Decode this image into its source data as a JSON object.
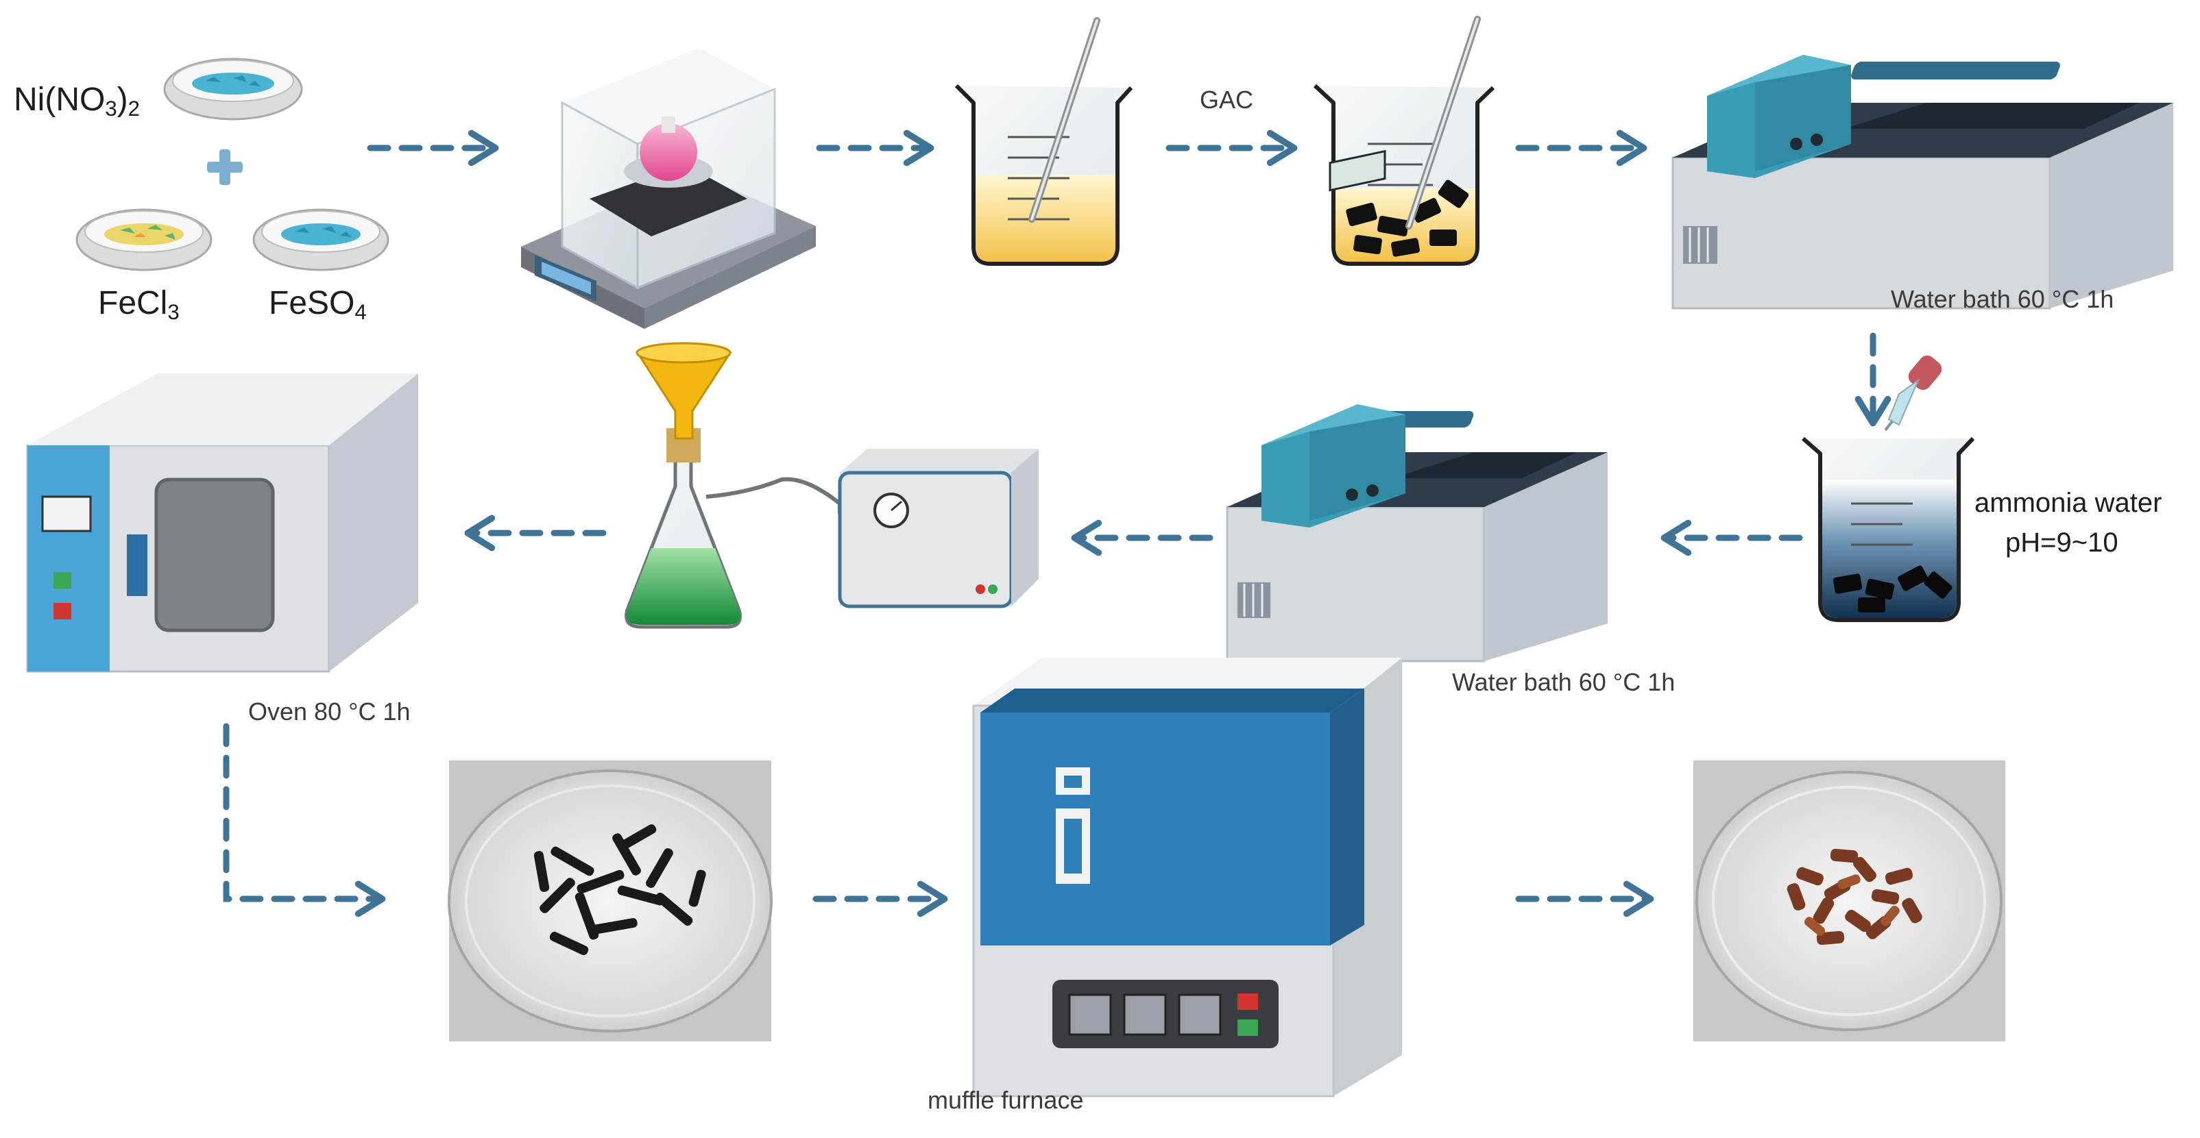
{
  "reagents": {
    "nickel": {
      "prefix": "Ni(NO",
      "sub3": "3",
      "mid": ")",
      "sub2": "2"
    },
    "plus_symbol": "+",
    "ferric": {
      "prefix": "FeCl",
      "sub": "3"
    },
    "ferrous": {
      "prefix": "FeSO",
      "sub": "4"
    }
  },
  "labels": {
    "gac": "GAC",
    "water_bath_1": "Water bath 60 °C 1h",
    "ammonia": "ammonia water",
    "ph": "pH=9~10",
    "water_bath_2": "Water bath 60 °C 1h",
    "oven": "Oven 80 °C 1h",
    "furnace": "muffle furnace"
  },
  "colors": {
    "arrow": "#3f7496",
    "dish_blue": "#4ab3d4",
    "beaker_yellow": "#f6d56a",
    "filtrate_green": "#1f9a43",
    "bath_blue": "#3a9cb4",
    "furnace_blue": "#2f7fb8",
    "product_brown": "#7a3a22"
  }
}
